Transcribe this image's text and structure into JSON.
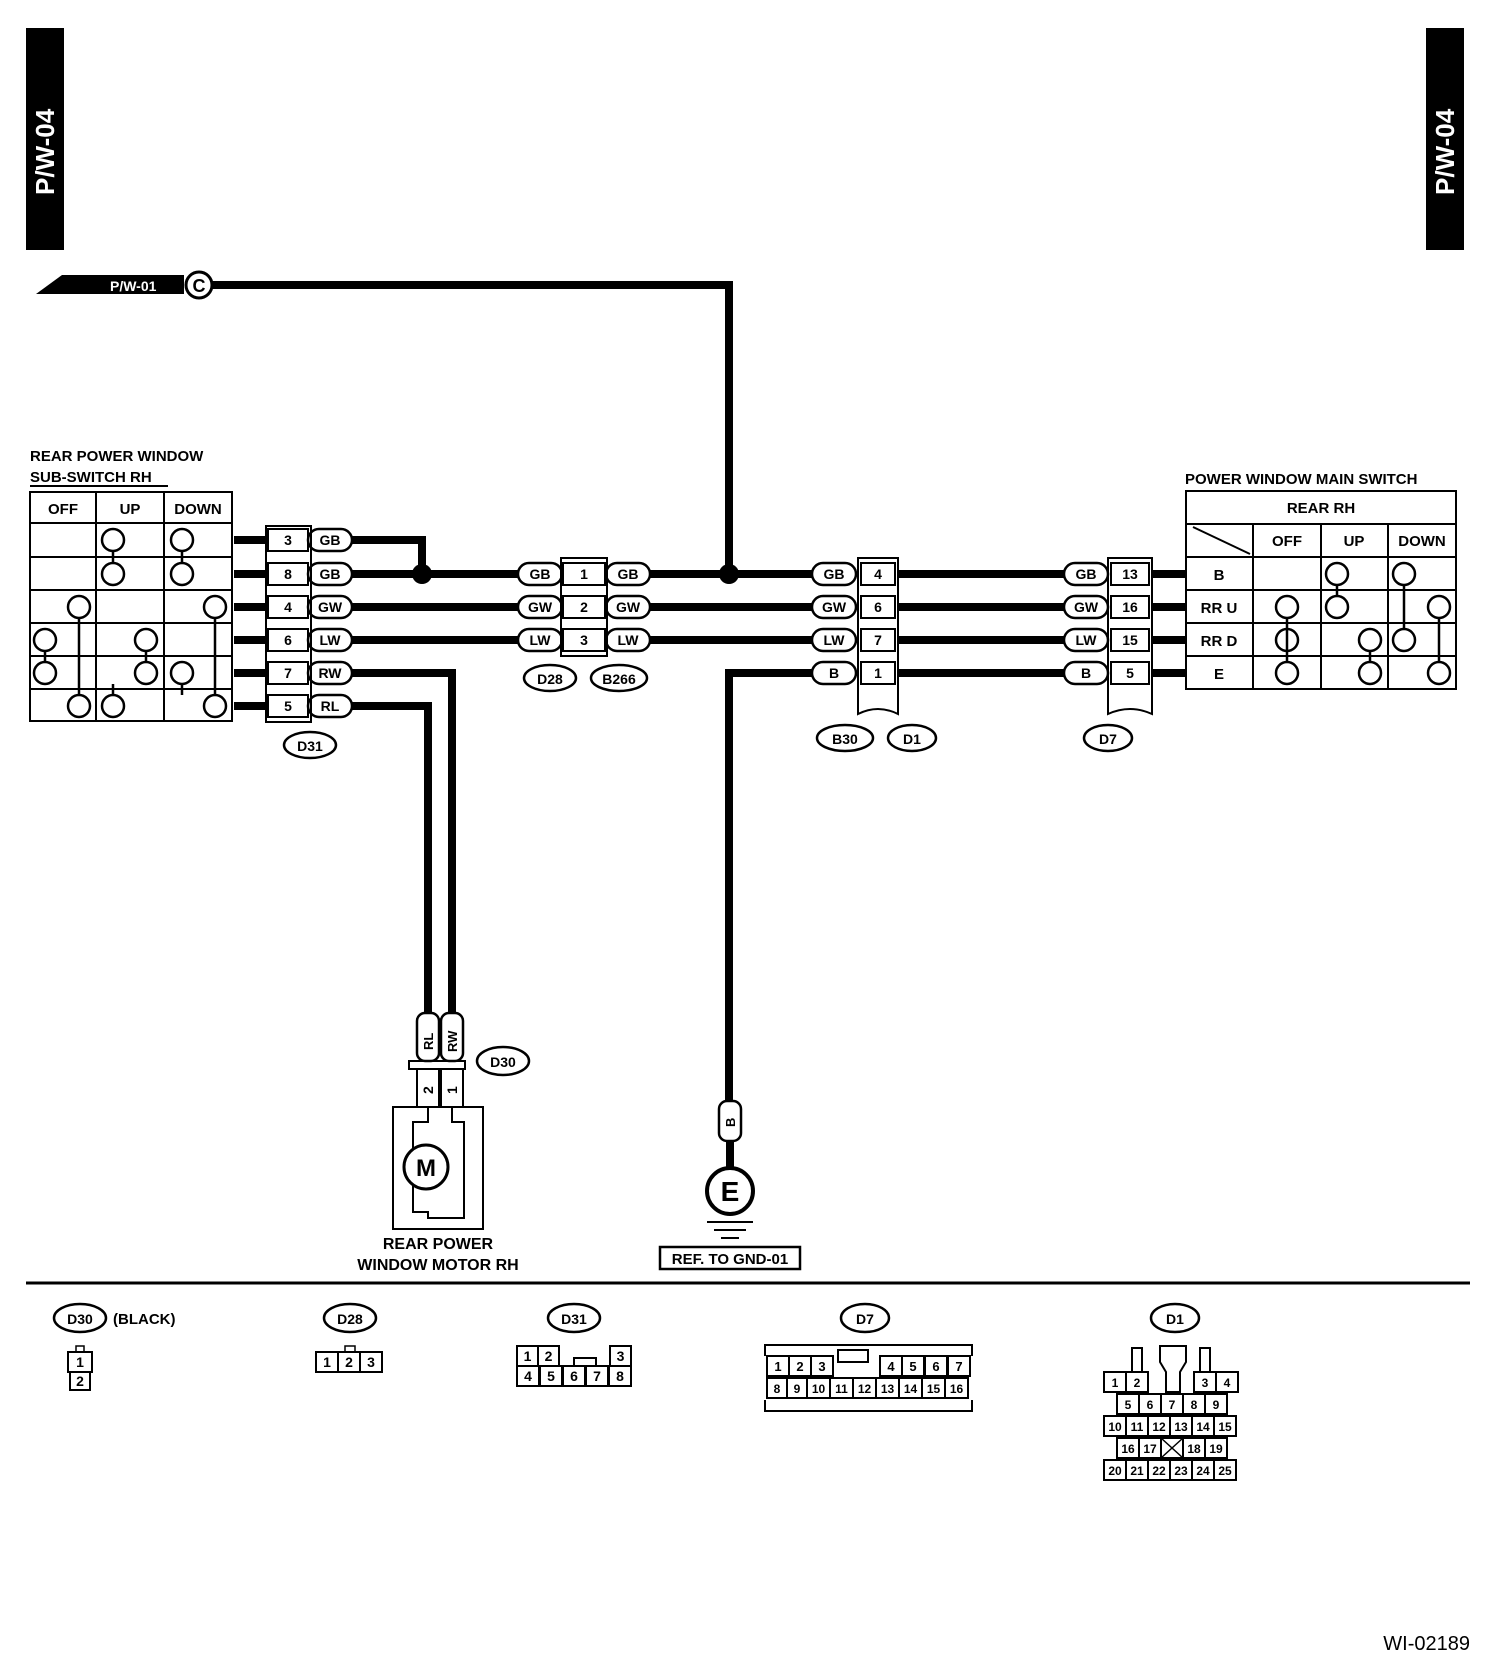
{
  "page_tab_left": "P/W-04",
  "page_tab_right": "P/W-04",
  "ref_tab_label": "P/W-01",
  "ref_circle_letter": "C",
  "subswitch": {
    "title_line1": "REAR POWER WINDOW",
    "title_line2": "SUB-SWITCH RH",
    "col_off": "OFF",
    "col_up": "UP",
    "col_down": "DOWN"
  },
  "d31_pins": [
    {
      "pin": "3",
      "color": "GB"
    },
    {
      "pin": "8",
      "color": "GB"
    },
    {
      "pin": "4",
      "color": "GW"
    },
    {
      "pin": "6",
      "color": "LW"
    },
    {
      "pin": "7",
      "color": "RW"
    },
    {
      "pin": "5",
      "color": "RL"
    }
  ],
  "d28_b266_pins": [
    {
      "pin": "1",
      "left": "GB",
      "right": "GB"
    },
    {
      "pin": "2",
      "left": "GW",
      "right": "GW"
    },
    {
      "pin": "3",
      "left": "LW",
      "right": "LW"
    }
  ],
  "b30_d1_pins": [
    {
      "pin": "4",
      "color": "GB"
    },
    {
      "pin": "6",
      "color": "GW"
    },
    {
      "pin": "7",
      "color": "LW"
    },
    {
      "pin": "1",
      "color": "B"
    }
  ],
  "d7_pins": [
    {
      "pin": "13",
      "color": "GB"
    },
    {
      "pin": "16",
      "color": "GW"
    },
    {
      "pin": "15",
      "color": "LW"
    },
    {
      "pin": "5",
      "color": "B"
    }
  ],
  "connectors": {
    "d31": "D31",
    "d28": "D28",
    "b266": "B266",
    "b30": "B30",
    "d1": "D1",
    "d7": "D7",
    "d30": "D30"
  },
  "main_switch": {
    "title": "POWER WINDOW MAIN SWITCH",
    "subtitle": "REAR RH",
    "col_off": "OFF",
    "col_up": "UP",
    "col_down": "DOWN",
    "rows": [
      "B",
      "RR U",
      "RR D",
      "E"
    ]
  },
  "motor": {
    "wire1": "RL",
    "wire2": "RW",
    "pin_left": "2",
    "pin_right": "1",
    "symbol": "M",
    "label_line1": "REAR POWER",
    "label_line2": "WINDOW MOTOR RH"
  },
  "ground": {
    "wire": "B",
    "symbol": "E",
    "ref": "REF. TO GND-01"
  },
  "views": {
    "d30_name": "D30",
    "d30_note": "(BLACK)",
    "d30_pins": [
      "1",
      "2"
    ],
    "d28_name": "D28",
    "d28_pins": [
      "1",
      "2",
      "3"
    ],
    "d31_name": "D31",
    "d31_row1": [
      "1",
      "2",
      "3"
    ],
    "d31_row2": [
      "4",
      "5",
      "6",
      "7",
      "8"
    ],
    "d7_name": "D7",
    "d7_row1": [
      "1",
      "2",
      "3",
      "4",
      "5",
      "6",
      "7"
    ],
    "d7_row2": [
      "8",
      "9",
      "10",
      "11",
      "12",
      "13",
      "14",
      "15",
      "16"
    ],
    "d1_name": "D1",
    "d1_row1": [
      "1",
      "2",
      "3",
      "4"
    ],
    "d1_row2": [
      "5",
      "6",
      "7",
      "8",
      "9"
    ],
    "d1_row3": [
      "10",
      "11",
      "12",
      "13",
      "14",
      "15"
    ],
    "d1_row4": [
      "16",
      "17",
      "18",
      "19"
    ],
    "d1_row5": [
      "20",
      "21",
      "22",
      "23",
      "24",
      "25"
    ]
  },
  "figure_id": "WI-02189"
}
